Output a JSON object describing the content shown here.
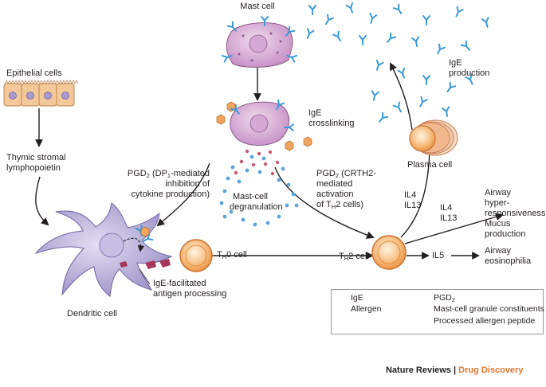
{
  "labels": {
    "mast_cell": "Mast cell",
    "epithelial_cells": "Epithelial cells",
    "thymic_l1": "Thymic stromal",
    "thymic_l2": "lymphopoietin",
    "ige_crosslinking_l1": "IgE",
    "ige_crosslinking_l2": "crosslinking",
    "ige_production_l1": "IgE",
    "ige_production_l2": "production",
    "plasma_cell": "Plasma cell",
    "pgd2_dp1_l1a": "PGD",
    "pgd2_dp1_l1b": " (DP",
    "pgd2_dp1_l1c": "-mediated",
    "pgd2_dp1_l2": "inhibition of",
    "pgd2_dp1_l3": "cytokine production)",
    "pgd2_crth2_l1a": "PGD",
    "pgd2_crth2_l1b": " (CRTH2-",
    "pgd2_crth2_l2": "mediated",
    "pgd2_crth2_l3": "activation",
    "pgd2_crth2_l4a": "of T",
    "pgd2_crth2_l4b": "2 cells)",
    "mast_degran_l1": "Mast-cell",
    "mast_degran_l2": "degranulation",
    "sub_2": "2",
    "sub_1": "1",
    "sub_h": "H",
    "th0_a": "T",
    "th0_b": "0 cell",
    "th2_a": "T",
    "th2_b": "2 cell",
    "il4_a": "IL4",
    "il13_a": "IL13",
    "il4_b": "IL4",
    "il13_b": "IL13",
    "il5": "IL5",
    "airway_hyper_l1": "Airway",
    "airway_hyper_l2": "hyper-",
    "airway_hyper_l3": "responsiveness",
    "airway_hyper_l4": "Mucus",
    "airway_hyper_l5": "production",
    "airway_eos_l1": "Airway",
    "airway_eos_l2": "eosinophilia",
    "ige_facilitated_l1": "IgE-facilitated",
    "ige_facilitated_l2": "antigen processing",
    "dendritic_cell": "Dendritic cell"
  },
  "legend": {
    "ige": "IgE",
    "allergen": "Allergen",
    "pgd2": "PGD",
    "granule": "Mast-cell granule constituents",
    "peptide": "Processed allergen peptide"
  },
  "credit": {
    "journal": "Nature Reviews",
    "separator": " | ",
    "section": "Drug Discovery"
  },
  "colors": {
    "ige_blue": "#3a9ad6",
    "allergen_orange": "#f2a55e",
    "mast_cell_purple": "#cc9fcb",
    "dendritic_purple": "#a59ccd",
    "pgd2_dot": "#5ea6d8",
    "granule_dot": "#c65b70",
    "peptide": "#a8365b",
    "cell_orange": "#f3a45b",
    "epithelial": "#f4c99a",
    "credit_accent": "#e5762e"
  }
}
